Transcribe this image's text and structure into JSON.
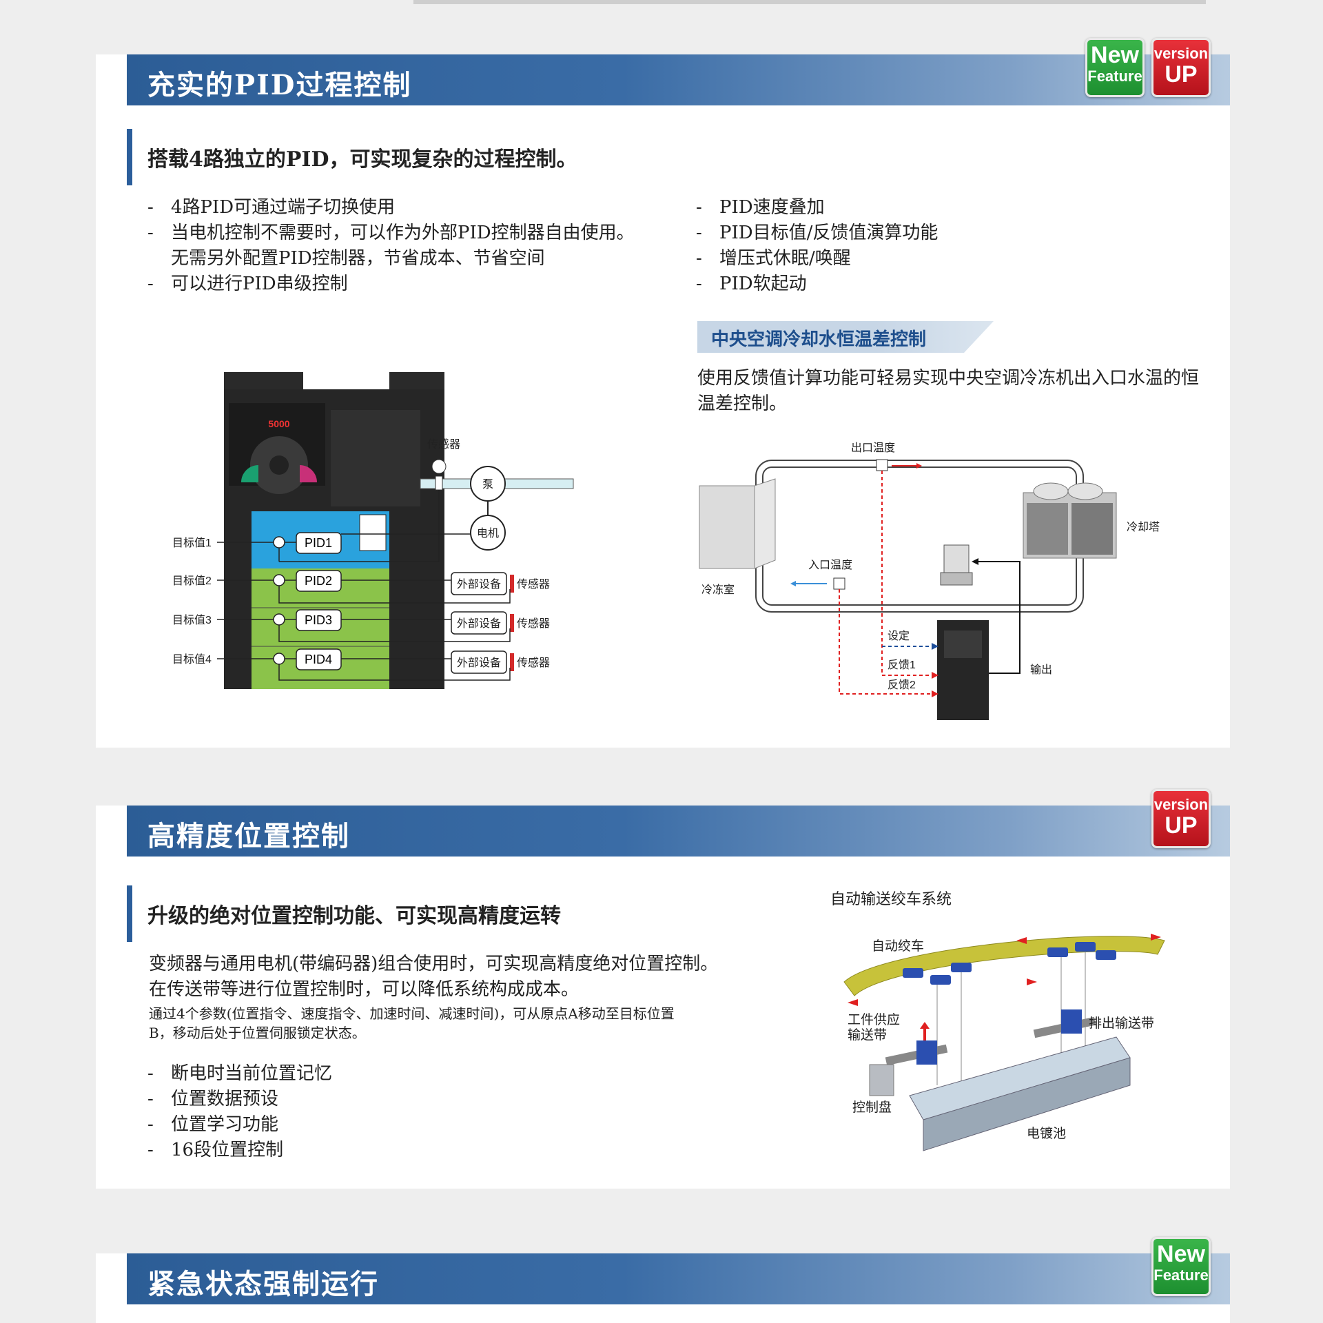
{
  "sections": [
    {
      "title": "充实的PID过程控制",
      "badges": {
        "new": [
          "New",
          "Feature"
        ],
        "up": [
          "version",
          "UP"
        ]
      },
      "subheading": "搭载4路独立的PID，可实现复杂的过程控制。",
      "bullets_left": [
        "4路PID可通过端子切换使用",
        "当电机控制不需要时，可以作为外部PID控制器自由使用。",
        "无需另外配置PID控制器，节省成本、节省空间",
        "可以进行PID串级控制"
      ],
      "bullets_right": [
        "PID速度叠加",
        "PID目标值/反馈值演算功能",
        "增压式休眠/唤醒",
        "PID软起动"
      ],
      "tab_label": "中央空调冷却水恒温差控制",
      "tab_text": "使用反馈值计算功能可轻易实现中央空调冷冻机出入口水温的恒温差控制。",
      "pid_diagram": {
        "sensor_top": "传感器",
        "pump": "泵",
        "motor": "电机",
        "display": "5000",
        "targets": [
          "目标值1",
          "目标值2",
          "目标值3",
          "目标值4"
        ],
        "pids": [
          "PID1",
          "PID2",
          "PID3",
          "PID4"
        ],
        "devices": [
          "外部设备",
          "外部设备",
          "外部设备"
        ],
        "sensors": [
          "传感器",
          "传感器",
          "传感器"
        ]
      },
      "hvac_diagram": {
        "outlet_temp": "出口温度",
        "inlet_temp": "入口温度",
        "cooling_tower": "冷却塔",
        "chiller": "冷冻室",
        "setpoint": "设定",
        "feedback1": "反馈1",
        "feedback2": "反馈2",
        "output": "输出"
      }
    },
    {
      "title": "高精度位置控制",
      "badges": {
        "up": [
          "version",
          "UP"
        ]
      },
      "subheading": "升级的绝对位置控制功能、可实现高精度运转",
      "para1": "变频器与通用电机(带编码器)组合使用时，可实现高精度绝对位置控制。",
      "para2": "在传送带等进行位置控制时，可以降低系统构成成本。",
      "para_small1": "通过4个参数(位置指令、速度指令、加速时间、减速时间)，可从原点A移动至目标位置",
      "para_small2": "B，移动后处于位置伺服锁定状态。",
      "bullets": [
        "断电时当前位置记忆",
        "位置数据预设",
        "位置学习功能",
        "16段位置控制"
      ],
      "figure": {
        "title": "自动输送绞车系统",
        "hoist": "自动绞车",
        "supply_l1": "工件供应",
        "supply_l2": "输送带",
        "discharge": "排出输送带",
        "panel": "控制盘",
        "tank": "电镀池"
      }
    },
    {
      "title": "紧急状态强制运行",
      "badges": {
        "new": [
          "New",
          "Feature"
        ]
      }
    }
  ],
  "colors": {
    "band": "#2c5d96",
    "accent_bar": "#2b5e9b",
    "badge_new": "#2aa13c",
    "badge_up": "#d81e27",
    "pid1_box": "#2aa2dd",
    "pid_box": "#8bc34a"
  }
}
